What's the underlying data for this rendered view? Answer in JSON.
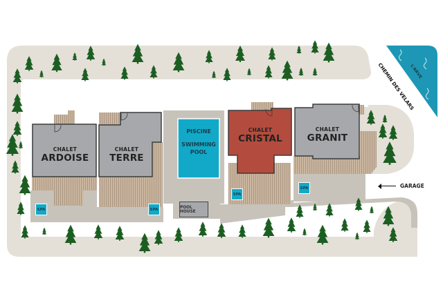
{
  "colors": {
    "path": "#e4e0d8",
    "paved": "#c7c3bb",
    "deck": "#cbb7a0",
    "deck_line": "#a6937e",
    "roof_grey": "#a7a8ac",
    "roof_red": "#b34c3e",
    "outline": "#3b3b3b",
    "water": "#12a9c9",
    "river": "#1d97b5",
    "tree": "#1c5e22"
  },
  "chalets": [
    {
      "id": "ardoise",
      "prefix": "CHALET",
      "name": "ARDOISE"
    },
    {
      "id": "terre",
      "prefix": "CHALET",
      "name": "TERRE"
    },
    {
      "id": "cristal",
      "prefix": "CHALET",
      "name": "CRISTAL"
    },
    {
      "id": "granit",
      "prefix": "CHALET",
      "name": "GRANIT"
    }
  ],
  "pool": {
    "line1": "PISCINE",
    "line2": "SWIMMING",
    "line3": "POOL"
  },
  "pool_house": {
    "label": "POOL HOUSE"
  },
  "spa_label": "SPA",
  "garage": {
    "label": "GARAGE"
  },
  "road": {
    "label": "CHEMIN DES VELARS"
  },
  "river": {
    "label": "L'ARVE"
  },
  "icons": {
    "tree": "pine-tree-icon",
    "door": "door-swing-icon",
    "arrow": "arrow-left-icon",
    "wave": "wave-icon"
  }
}
